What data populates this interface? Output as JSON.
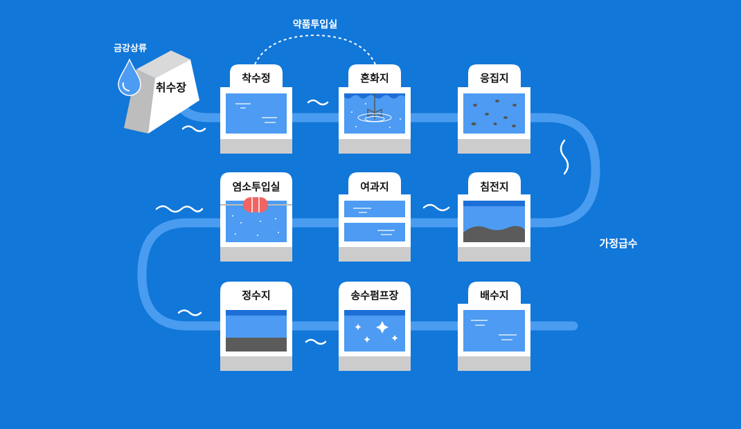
{
  "diagram": {
    "source_label": "금강상류",
    "intake_label": "취수장",
    "chemical_label": "약품투입실",
    "household_label": "가정급수",
    "stages": [
      {
        "label": "착수정"
      },
      {
        "label": "혼화지"
      },
      {
        "label": "응집지"
      },
      {
        "label": "염소투입실"
      },
      {
        "label": "여과지"
      },
      {
        "label": "침전지"
      },
      {
        "label": "정수지"
      },
      {
        "label": "송수펌프장"
      },
      {
        "label": "배수지"
      }
    ]
  },
  "colors": {
    "background": "#1177d9",
    "pipe": "#4a9cf0",
    "tank_water": "#4d9bf2",
    "tank_frame": "#ffffff",
    "tank_base": "#cccccc",
    "sediment": "#5b5b5b",
    "chlorine_device": "#f06464"
  }
}
